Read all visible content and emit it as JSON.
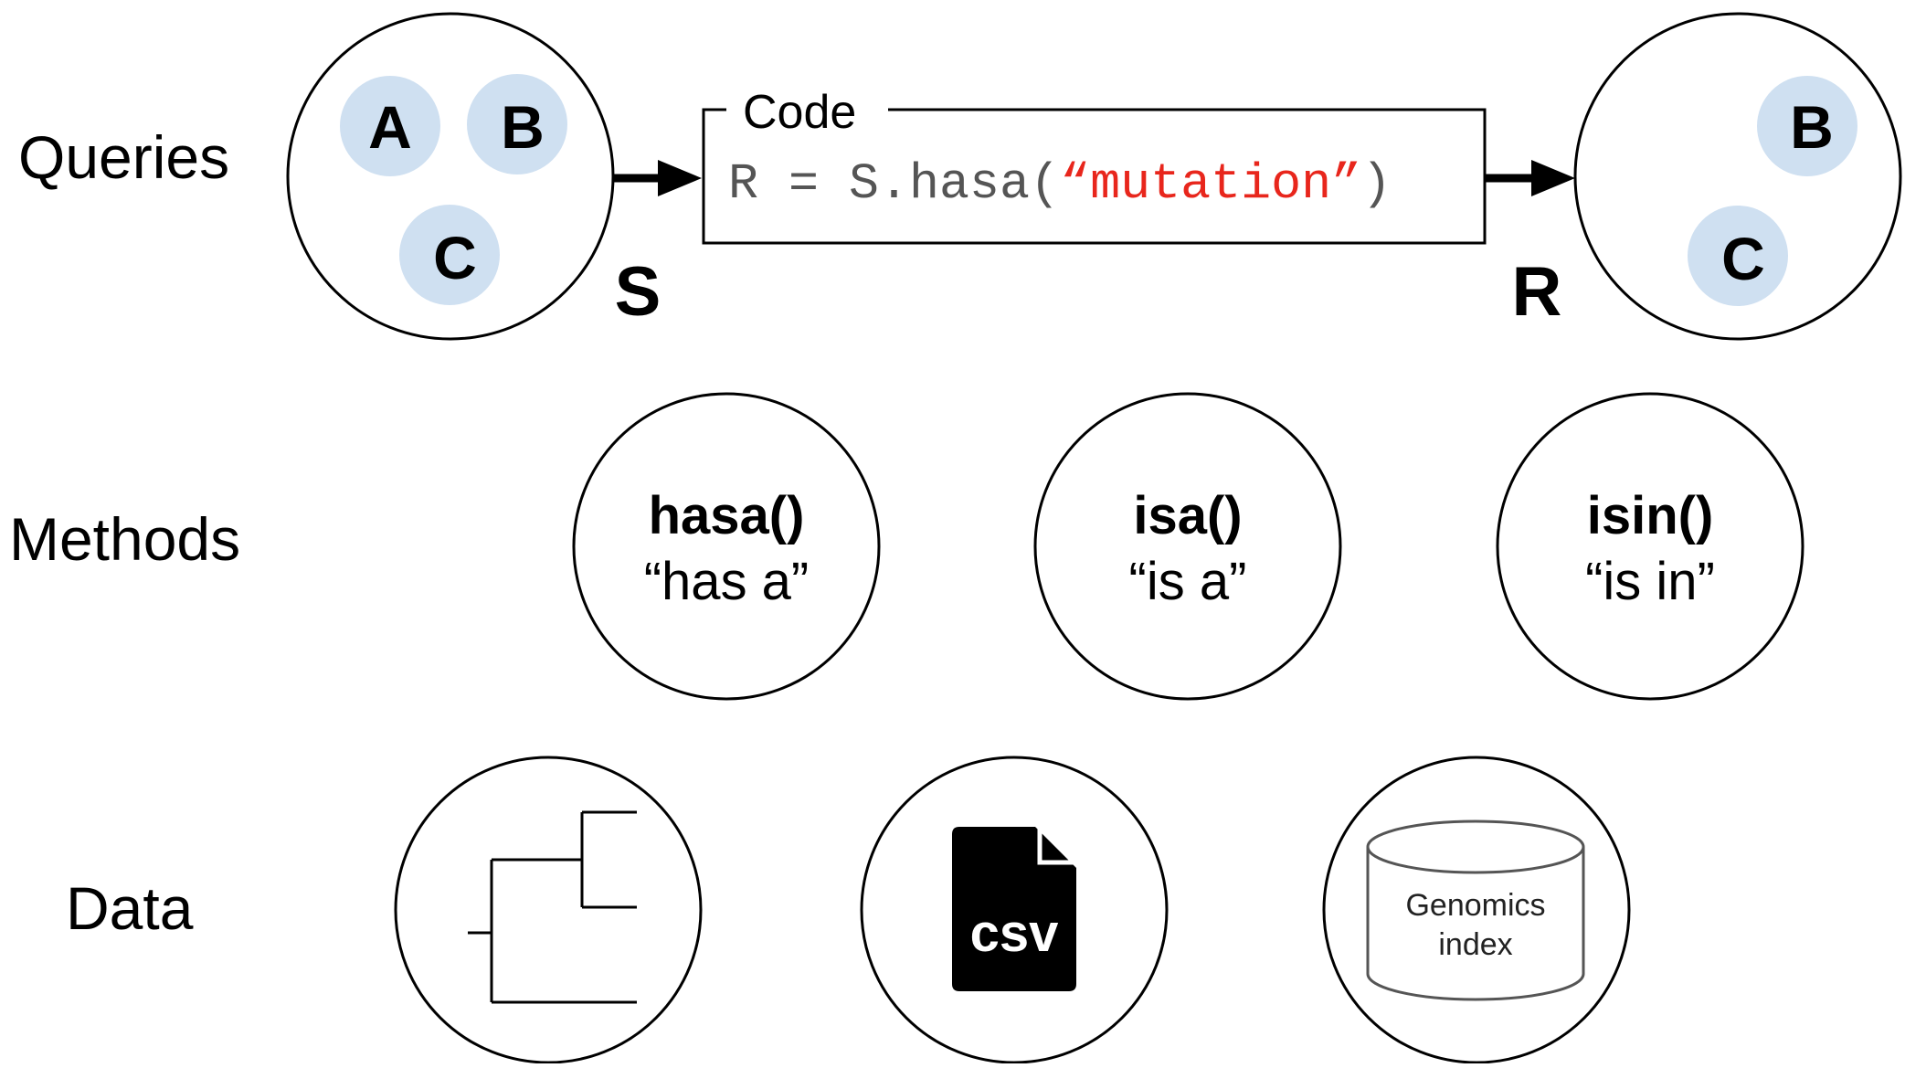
{
  "rows": {
    "queries": "Queries",
    "methods": "Methods",
    "data": "Data"
  },
  "queries": {
    "input_set": {
      "label": "S",
      "items": [
        "A",
        "B",
        "C"
      ]
    },
    "code_box": {
      "title": "Code",
      "code_prefix": "R = S.hasa(",
      "code_string": "“mutation”",
      "code_suffix": ")"
    },
    "output_set": {
      "label": "R",
      "items": [
        "B",
        "C"
      ]
    }
  },
  "methods": [
    {
      "name": "hasa()",
      "description": "“has a”"
    },
    {
      "name": "isa()",
      "description": "“is a”"
    },
    {
      "name": "isin()",
      "description": "“is in”"
    }
  ],
  "data": {
    "tree": {
      "icon": "phylogenetic-tree-icon"
    },
    "csv": {
      "icon": "csv-file-icon",
      "label": "csv"
    },
    "database": {
      "icon": "database-cylinder-icon",
      "line1": "Genomics",
      "line2": "index"
    }
  },
  "colors": {
    "item_fill": "#cfe0f1",
    "code_string": "#e8261c",
    "code_text": "#555555",
    "stroke": "#000000"
  }
}
